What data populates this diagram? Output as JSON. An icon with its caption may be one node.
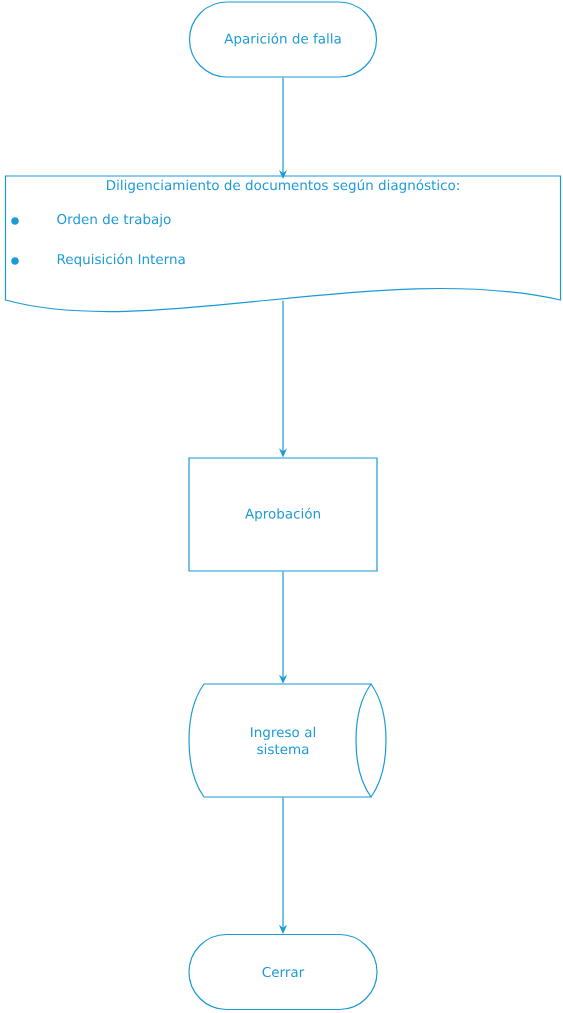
{
  "diagram": {
    "nodes": [
      {
        "text": [
          "Aparición de falla"
        ]
      },
      {
        "text": [
          "Diligenciamiento de documentos según diagnóstico:",
          "Orden de trabajo",
          "Requisición Interna"
        ]
      },
      {
        "text": [
          "Aprobación"
        ]
      },
      {
        "text": [
          "Ingreso al sistema"
        ]
      },
      {
        "text": [
          "Cerrar"
        ]
      }
    ],
    "edges": [
      {
        "from": 0,
        "to": 1,
        "arrow": "to"
      },
      {
        "from": 1,
        "to": 2,
        "arrow": "to"
      },
      {
        "from": 2,
        "to": 3,
        "arrow": "to"
      },
      {
        "from": 3,
        "to": 4,
        "arrow": "to"
      }
    ]
  }
}
